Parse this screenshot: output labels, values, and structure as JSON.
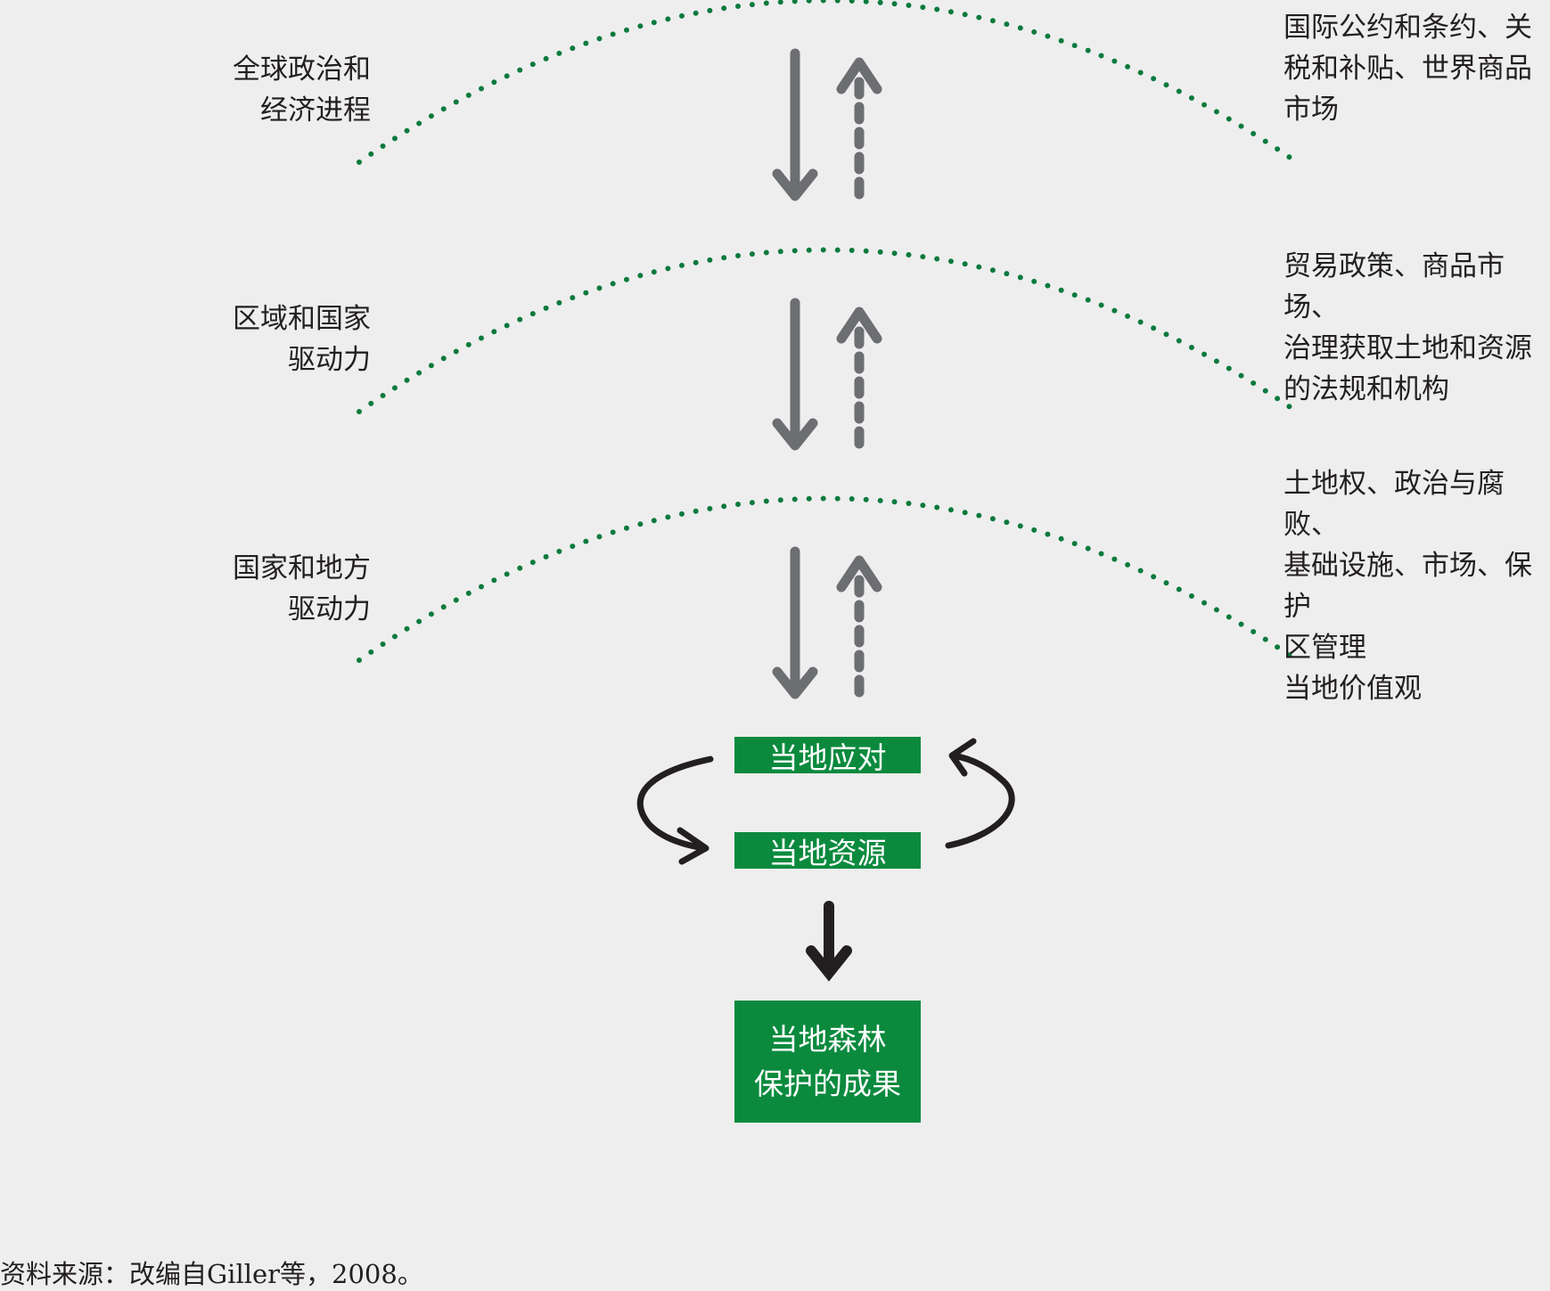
{
  "levels": [
    {
      "left_label": "全球政治和\n经济进程",
      "right_label": "国际公约和条约、关\n税和补贴、世界商品\n市场"
    },
    {
      "left_label": "区域和国家\n驱动力",
      "right_label": "贸易政策、商品市场、\n治理获取土地和资源\n的法规和机构"
    },
    {
      "left_label": "国家和地方\n驱动力",
      "right_label": "土地权、政治与腐败、\n基础设施、市场、保护\n区管理\n当地价值观"
    }
  ],
  "boxes": {
    "local_response": "当地应对",
    "local_resource": "当地资源",
    "outcome": "当地森林\n保护的成果"
  },
  "source_note": "资料来源：改编自Giller等，2008。",
  "colors": {
    "background": "#eeeeee",
    "green": "#0b8a3e",
    "dotted_arc": "#0b7a3d",
    "gray_arrow": "#6d6e71",
    "black_arrow": "#231f20"
  }
}
